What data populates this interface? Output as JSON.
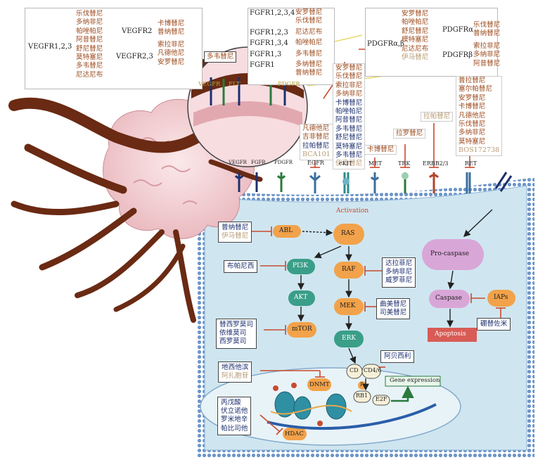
{
  "colors": {
    "navy": "#1d2f6f",
    "brown_drug": "#9c4a1c",
    "red_inhibit": "#c94b2e",
    "cell_fill": "#cfe6f0",
    "membrane": "#6d96c7",
    "nucleus": "#e8f3f8",
    "node_teal": "#3a9e88",
    "node_orange": "#f2a24a",
    "node_purple": "#d9a6d8",
    "node_red": "#d85c55",
    "vessel": "#6a2a13",
    "tumor": "#f2d4d6"
  },
  "vegfr": {
    "receptor_label": "VEGFR1,2,3",
    "drugs": [
      "乐伐替尼",
      "多纳非尼",
      "帕唑帕尼",
      "阿昔替尼",
      "舒尼替尼",
      "莫特塞尼",
      "多韦替尼",
      "尼达尼布"
    ],
    "vegfr2_label": "VEGFR2",
    "vegfr2_drugs": [
      "卡博替尼",
      "普纳替尼"
    ],
    "vegfr23_label": "VEGFR2,3",
    "vegfr23_drugs": [
      "索拉非尼",
      "凡德他尼",
      "安罗替尼"
    ]
  },
  "fgfr": {
    "rows": [
      {
        "label": "FGFR1,2,3,4",
        "drugs": [
          "安罗替尼",
          "乐伐替尼"
        ]
      },
      {
        "label": "FGFR1,2,3",
        "drugs": [
          "尼达尼布"
        ]
      },
      {
        "label": "FGFR1,3,4",
        "drugs": [
          "帕唑帕尼"
        ]
      },
      {
        "label": "FGFR1,3",
        "drugs": [
          "多韦替尼"
        ]
      },
      {
        "label": "FGFR1",
        "drugs": [
          "多纳替尼",
          "普纳替尼"
        ]
      }
    ]
  },
  "pdgfr": {
    "label": "PDGFRα,β",
    "drugs": [
      "安罗替尼",
      "帕唑帕尼",
      "舒尼替尼",
      "模特塞尼",
      "尼达尼布",
      "伊马替尼"
    ],
    "alpha_label": "PDGFRα",
    "alpha_drugs": [
      "乐伐替尼",
      "普纳替尼"
    ],
    "beta_label": "PDGFRβ",
    "beta_drugs": [
      "索拉非尼",
      "多纳非尼",
      "阿昔替尼"
    ]
  },
  "dovitinib_label": "多韦替尼",
  "kit_drugs": [
    "安罗替尼",
    "乐伐替尼",
    "索拉非尼",
    "多纳非尼",
    "卡博替尼",
    "帕唑帕尼",
    "阿昔替尼",
    "多韦替尼",
    "舒尼替尼",
    "莫特塞尼",
    "多韦替尼",
    "伊马替尼"
  ],
  "egfr_drugs": [
    "凡德他尼",
    "吉非替尼",
    "拉帕替尼",
    "BCA101"
  ],
  "met_drugs": [
    "卡博替尼"
  ],
  "trk_drugs": [
    "拉罗替尼"
  ],
  "erbb_drugs": [
    "拉帕替尼"
  ],
  "ret_drugs": [
    "普拉替尼",
    "塞尔帕替尼",
    "安罗替尼",
    "卡博替尼",
    "凡德他尼",
    "乐伐替尼",
    "多纳非尼",
    "莫特塞尼",
    "BOS172738"
  ],
  "receptors": {
    "vegfr": "VEGFR",
    "fgfr": "FGFR",
    "pdgfr": "PDGFR",
    "egfr": "EGFR",
    "ckit": "cKIT",
    "met": "MET",
    "trk": "TRK",
    "erbb": "ERBB2/3",
    "ret": "RET"
  },
  "zoom_labels": {
    "vegfr": "VEGFR",
    "flt": "FLT",
    "pdgfr": "PDGFR"
  },
  "activation": "Activation",
  "nodes": {
    "abl": "ABL",
    "ras": "RAS",
    "pi3k": "PI3K",
    "raf": "RAF",
    "akt": "AKT",
    "mek": "MEK",
    "mtor": "mTOR",
    "erk": "ERK",
    "procaspase": "Pro-caspase",
    "caspase": "Caspase",
    "iaps": "IAPs",
    "apoptosis": "Apoptosis",
    "cd": "CD",
    "cd46": "CD4/6",
    "p": "P",
    "rb1": "RB1",
    "e2f": "E2F",
    "dnmt": "DNMT",
    "hdac": "HDAC",
    "gene": "Gene expression"
  },
  "inhibitors": {
    "abl": [
      "普纳替尼",
      "伊马替尼"
    ],
    "pi3k": [
      "布帕尼西"
    ],
    "raf": [
      "达拉菲尼",
      "多纳非尼",
      "威罗菲尼"
    ],
    "mek": [
      "曲美替尼",
      "司美替尼"
    ],
    "mtor": [
      "替西罗莫司",
      "依维莫司",
      "西罗莫司"
    ],
    "iaps": [
      "硼替佐米"
    ],
    "cd46": [
      "阿贝西利"
    ],
    "dnmt": [
      "地西他滨",
      "阿扎胞苷"
    ],
    "hdac": [
      "丙戊酸",
      "伏立诺他",
      "罗米地辛",
      "帕比司他"
    ]
  }
}
